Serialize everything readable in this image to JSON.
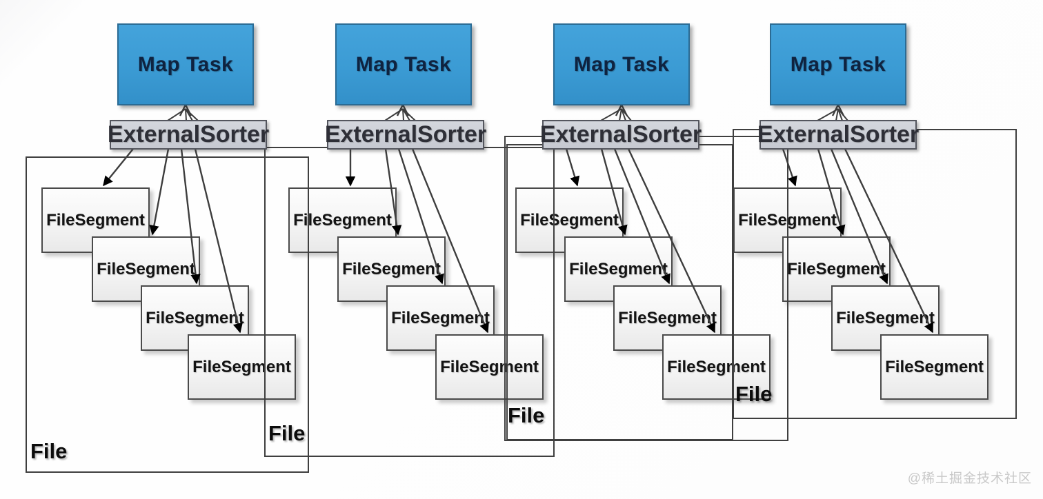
{
  "watermark": "@稀土掘金技术社区",
  "colors": {
    "map_task_fill": "#3b9bd4",
    "map_task_border": "#2b6b94",
    "sorter_fill": "#c9ccd3",
    "segment_border": "#4a4a4a",
    "container_border": "#3f3f3f",
    "arrow": "#3d3d3d"
  },
  "groups": [
    {
      "map_task_label": "Map Task",
      "sorter_label": "ExternalSorter",
      "file_label": "File",
      "segments": [
        "FileSegment",
        "FileSegment",
        "FileSegment",
        "FileSegment"
      ]
    },
    {
      "map_task_label": "Map Task",
      "sorter_label": "ExternalSorter",
      "file_label": "File",
      "segments": [
        "FileSegment",
        "FileSegment",
        "FileSegment",
        "FileSegment"
      ]
    },
    {
      "map_task_label": "Map Task",
      "sorter_label": "ExternalSorter",
      "file_label": "File",
      "segments": [
        "FileSegment",
        "FileSegment",
        "FileSegment",
        "FileSegment"
      ]
    },
    {
      "map_task_label": "Map Task",
      "sorter_label": "ExternalSorter",
      "file_label": "File",
      "segments": [
        "FileSegment",
        "FileSegment",
        "FileSegment",
        "FileSegment"
      ]
    }
  ]
}
